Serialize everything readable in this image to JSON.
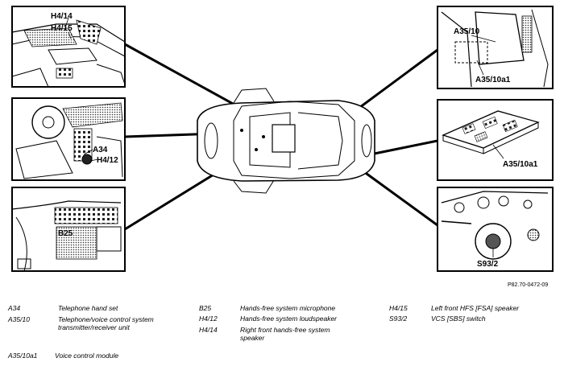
{
  "callouts": {
    "h414": "H4/14",
    "h415": "H4/15",
    "a34": "A34",
    "h412": "H4/12",
    "b25": "B25",
    "a3510": "A35/10",
    "a3510a1_top": "A35/10a1",
    "a3510a1_mid": "A35/10a1",
    "s932": "S93/2"
  },
  "reference_code": "P82.70-0472-09",
  "legend": {
    "col1": [
      {
        "code": "A34",
        "desc": "Telephone hand set"
      },
      {
        "code": "A35/10",
        "desc": "Telephone/voice control system transmitter/receiver unit"
      },
      {
        "code": "A35/10a1",
        "desc": "Voice control module"
      }
    ],
    "col2": [
      {
        "code": "B25",
        "desc": "Hands-free system microphone"
      },
      {
        "code": "H4/12",
        "desc": "Hands-free system loudspeaker"
      },
      {
        "code": "H4/14",
        "desc": "Right front hands-free system speaker"
      }
    ],
    "col3": [
      {
        "code": "H4/15",
        "desc": "Left front HFS [FSA] speaker"
      },
      {
        "code": "S93/2",
        "desc": "VCS [SBS] switch"
      }
    ]
  }
}
